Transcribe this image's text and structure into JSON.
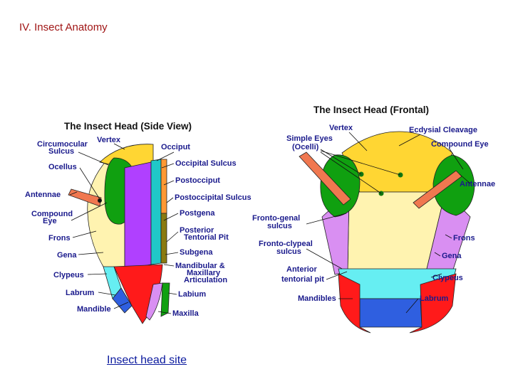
{
  "slide": {
    "title": "IV. Insect Anatomy"
  },
  "link": {
    "text": "Insect head site"
  },
  "side_view": {
    "title": "The Insect Head (Side View)",
    "labels": {
      "circumocular": "Circumocular",
      "sulcus": "Sulcus",
      "vertex": "Vertex",
      "occiput": "Occiput",
      "ocellus": "Ocellus",
      "occipital_sulcus": "Occipital Sulcus",
      "postocciput": "Postocciput",
      "antennae": "Antennae",
      "postoccipital_sulcus": "Postoccipital Sulcus",
      "compound": "Compound",
      "eye": "Eye",
      "postgena": "Postgena",
      "frons": "Frons",
      "posterior": "Posterior",
      "tentorial_pit": "Tentorial Pit",
      "gena": "Gena",
      "subgena": "Subgena",
      "mandibular": "Mandibular &",
      "maxillary": "Maxillary",
      "articulation": "Articulation",
      "clypeus": "Clypeus",
      "labrum": "Labrum",
      "labium": "Labium",
      "mandible": "Mandible",
      "maxilla": "Maxilla"
    }
  },
  "front_view": {
    "title": "The Insect Head (Frontal)",
    "labels": {
      "vertex": "Vertex",
      "ecdysial": "Ecdysial Cleavage",
      "simple_eyes": "Simple Eyes",
      "ocelli": "(Ocelli)",
      "compound_eye": "Compound Eye",
      "antennae": "Antennae",
      "fronto_genal": "Fronto-genal",
      "fg_sulcus": "sulcus",
      "frons": "Frons",
      "fronto_clypeal": "Fronto-clypeal",
      "fc_sulcus": "sulcus",
      "gena": "Gena",
      "anterior": "Anterior",
      "tentorial_pit": "tentorial pit",
      "clypeus": "Clypeus",
      "mandibles": "Mandibles",
      "labrum": "Labrum"
    }
  },
  "colors": {
    "vertex": "#ffd633",
    "eye": "#10a010",
    "frons": "#fff3b0",
    "gena": "#fff3b0",
    "genal_band": "#d98ff2",
    "clypeus": "#66eef2",
    "labrum": "#2f5fe0",
    "mandible": "#ff1a1a",
    "antenna": "#f07850",
    "postgena": "#b040ff",
    "occiput": "#20c8c8",
    "postocciput": "#ff9933",
    "subgena": "#8a7a10"
  }
}
